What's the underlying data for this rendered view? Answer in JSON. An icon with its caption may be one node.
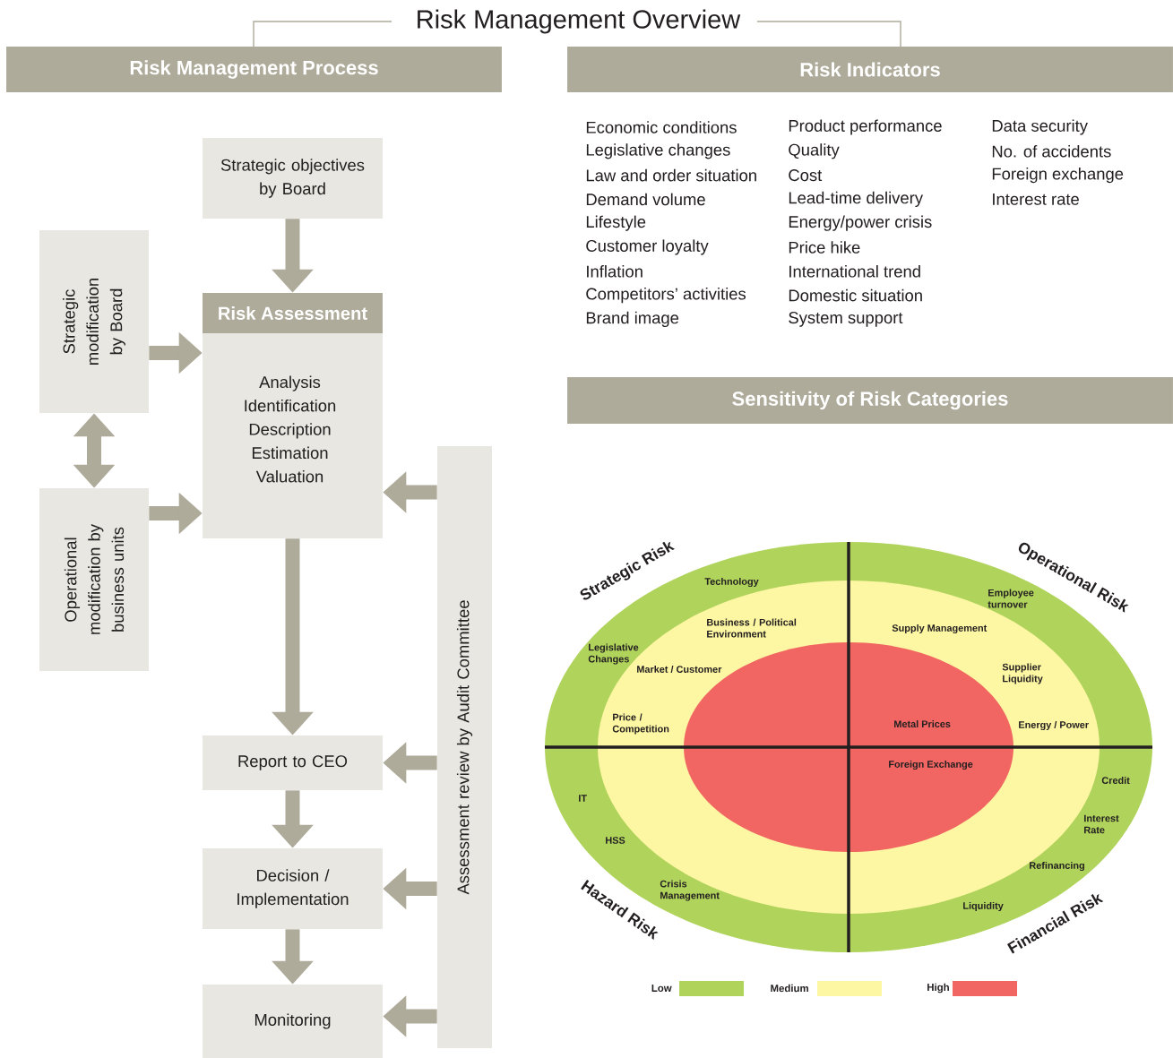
{
  "diagram": {
    "title": "Risk Management Overview",
    "nodes": [
      {
        "text": [
          "Risk Management Process"
        ]
      },
      {
        "text": [
          "Risk Indicators"
        ]
      },
      {
        "text": [
          "Strategic objectives by Board"
        ]
      },
      {
        "text": [
          "Risk Assessment",
          "Analysis Identification Description Estimation Valuation"
        ]
      },
      {
        "text": [
          "Strategic modification by Board"
        ]
      },
      {
        "text": [
          "Operational modification by business units"
        ]
      },
      {
        "text": [
          "Assessment review by Audit Committee"
        ]
      },
      {
        "text": [
          "Report to CEO"
        ]
      },
      {
        "text": [
          "Decision / Implementation"
        ]
      },
      {
        "text": [
          "Monitoring"
        ]
      },
      {
        "text": [
          "Sensitivity of Risk Categories"
        ]
      }
    ],
    "edges": [
      {
        "from": 2,
        "to": 3,
        "arrow": "to"
      },
      {
        "from": 4,
        "to": 3,
        "arrow": "to"
      },
      {
        "from": 4,
        "to": 5,
        "arrow": "both"
      },
      {
        "from": 5,
        "to": 3,
        "arrow": "to"
      },
      {
        "from": 6,
        "to": 3,
        "arrow": "to"
      },
      {
        "from": 3,
        "to": 7,
        "arrow": "to"
      },
      {
        "from": 6,
        "to": 7,
        "arrow": "to"
      },
      {
        "from": 7,
        "to": 8,
        "arrow": "to"
      },
      {
        "from": 6,
        "to": 8,
        "arrow": "to"
      },
      {
        "from": 8,
        "to": 9,
        "arrow": "to"
      },
      {
        "from": 6,
        "to": 9,
        "arrow": "to"
      }
    ],
    "labels": [
      "Economic conditions",
      "Legislative changes",
      "Law and order situation",
      "Demand volume",
      "Lifestyle",
      "Customer loyalty",
      "Inflation",
      "Competitors’ activities",
      "Brand image",
      "Product performance",
      "Quality",
      "Cost",
      "Lead-time delivery",
      "Energy/power crisis",
      "Price hike",
      "International trend",
      "Domestic situation",
      "System support",
      "Data security",
      "No. of accidents",
      "Foreign exchange",
      "Interest rate",
      "Strategic Risk",
      "Operational Risk",
      "Technology",
      "Employee turnover",
      "Business / Political Environment",
      "Supply Management",
      "Legislative Changes",
      "Market / Customer",
      "Supplier Liquidity",
      "Price / Competition",
      "Metal Prices",
      "Energy / Power",
      "Foreign Exchange",
      "Credit",
      "IT",
      "Interest Rate",
      "HSS",
      "Refinancing",
      "Crisis Management",
      "Hazard Risk",
      "Liquidity",
      "Financial Risk"
    ],
    "legend": [
      {
        "text": "Low",
        "color": "#b0d35c"
      },
      {
        "text": "Medium",
        "color": "#fdf6a2"
      },
      {
        "text": "High",
        "color": "#f16662"
      }
    ]
  }
}
